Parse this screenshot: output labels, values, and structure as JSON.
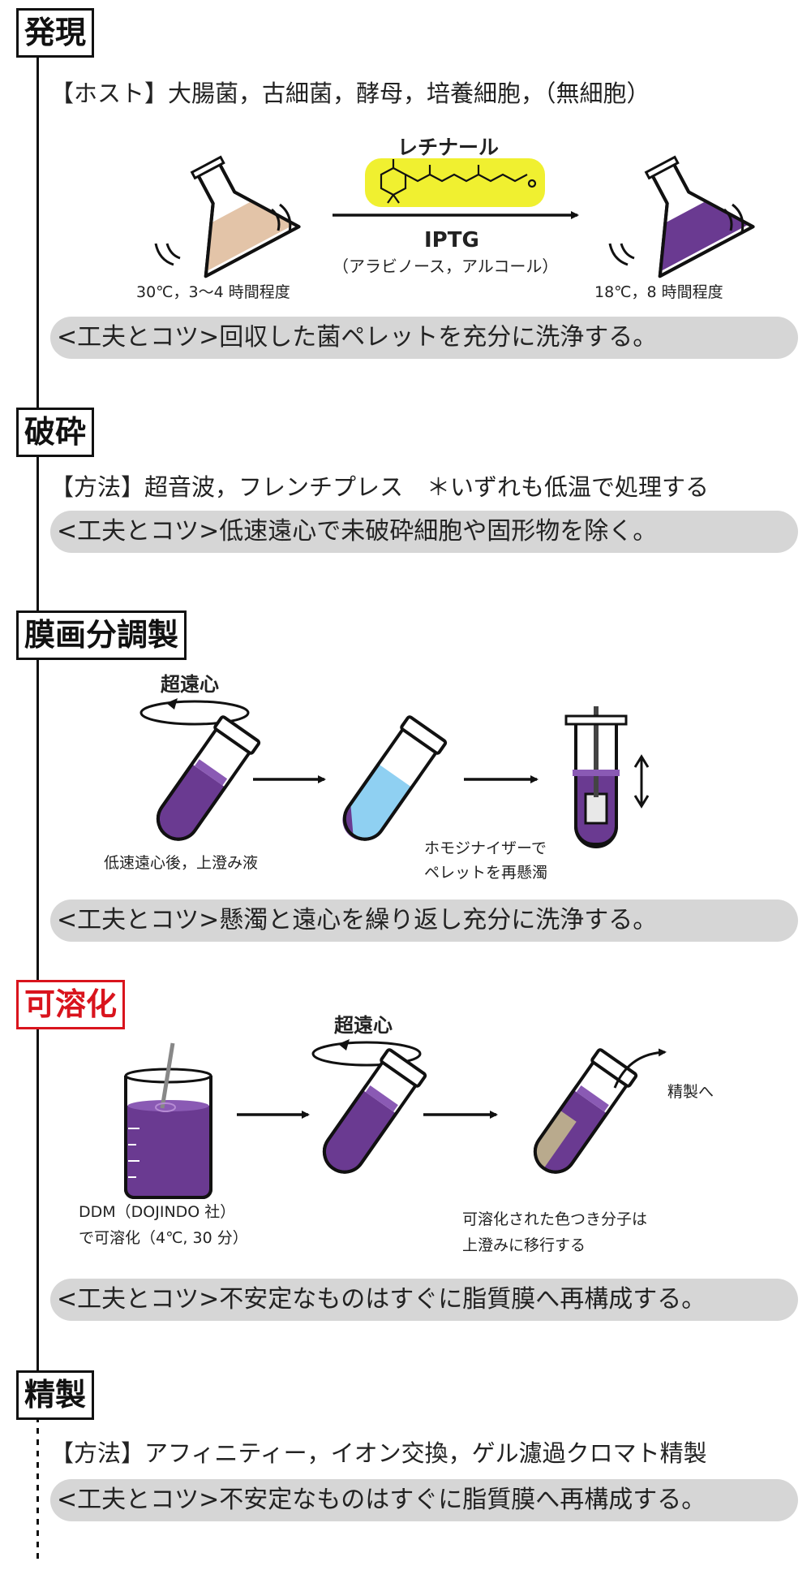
{
  "sections": [
    {
      "title": "発現",
      "host_line": "【ホスト】大腸菌，古細菌，酵母，培養細胞，（無細胞）",
      "retinal_label": "レチナール",
      "inducer": "IPTG",
      "inducer_alt": "（アラビノース，アルコール）",
      "culture_before": "30℃，3〜4 時間程度",
      "culture_after": "18℃，8 時間程度",
      "tip": "<工夫とコツ>回収した菌ペレットを充分に洗浄する。"
    },
    {
      "title": "破砕",
      "method_line": "【方法】超音波，フレンチプレス　＊いずれも低温で処理する",
      "tip": "<工夫とコツ>低速遠心で未破砕細胞や固形物を除く。"
    },
    {
      "title": "膜画分調製",
      "ultracentrifuge": "超遠心",
      "caption_supernatant": "低速遠心後，上澄み液",
      "caption_homogenizer_1": "ホモジナイザーで",
      "caption_homogenizer_2": "ペレットを再懸濁",
      "tip": "<工夫とコツ>懸濁と遠心を繰り返し充分に洗浄する。"
    },
    {
      "title": "可溶化",
      "ultracentrifuge": "超遠心",
      "to_purification": "精製へ",
      "caption_ddm_1": "DDM（DOJINDO 社）",
      "caption_ddm_2": "で可溶化（4℃, 30 分）",
      "caption_sup_1": "可溶化された色つき分子は",
      "caption_sup_2": "上澄みに移行する",
      "tip": "<工夫とコツ>不安定なものはすぐに脂質膜へ再構成する。"
    },
    {
      "title": "精製",
      "method_line": "【方法】アフィニティー，イオン交換，ゲル濾過クロマト精製",
      "tip": "<工夫とコツ>不安定なものはすぐに脂質膜へ再構成する。"
    }
  ],
  "colors": {
    "purple": "#6a3a91",
    "purple_light": "#8a5ab4",
    "beige_culture": "#e3c4a8",
    "pellet": "#b9aa8d",
    "light_blue": "#8fd0f2",
    "retinal_highlight": "#f0f030",
    "tip_background": "#d6d6d6",
    "step_red": "#d9141d"
  },
  "icons": [
    "flask-icon",
    "shake-lines-icon",
    "arrow-right-icon",
    "retinal-structure-icon",
    "rotation-arrow-icon",
    "test-tube-icon",
    "homogenizer-icon",
    "updown-arrow-icon",
    "beaker-icon",
    "curved-arrow-icon"
  ]
}
